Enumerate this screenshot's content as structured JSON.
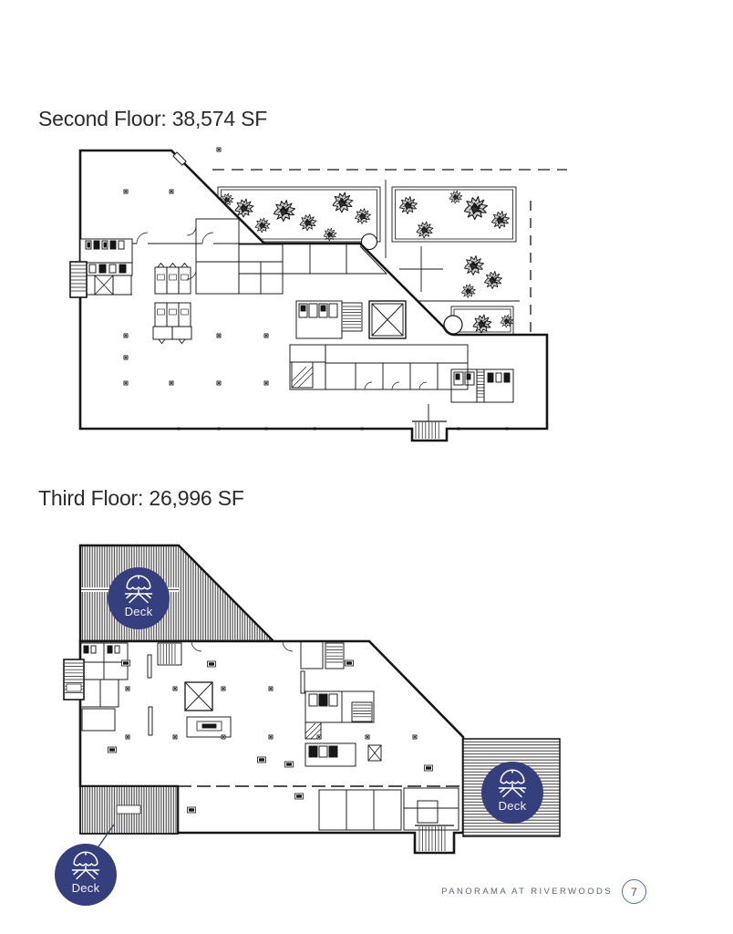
{
  "page": {
    "background": "#ffffff",
    "sections": [
      {
        "id": "second-floor",
        "title": "Second Floor: 38,574 SF"
      },
      {
        "id": "third-floor",
        "title": "Third Floor: 26,996 SF"
      }
    ],
    "footer": {
      "brand": "PANORAMA AT RIVERWOODS",
      "page_number": "7"
    }
  },
  "deck_badge": {
    "label": "Deck",
    "color": "#353f7d",
    "icon": "umbrella-table-icon"
  },
  "colors": {
    "title_text": "#2d2a2b",
    "plan_ink": "#161616",
    "deck_stripe": "#4a4a4a",
    "footer_text": "#5b6770",
    "footer_circle_stroke": "#4d7193",
    "footer_number": "#4a4f54"
  }
}
